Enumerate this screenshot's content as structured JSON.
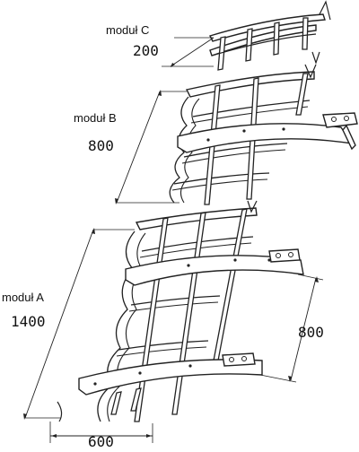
{
  "modules": [
    {
      "name": "moduł C",
      "length": "200"
    },
    {
      "name": "moduł B",
      "length": "800"
    },
    {
      "name": "moduł A",
      "length": "1400"
    }
  ],
  "dimensions": {
    "width": "600",
    "side": "800"
  }
}
